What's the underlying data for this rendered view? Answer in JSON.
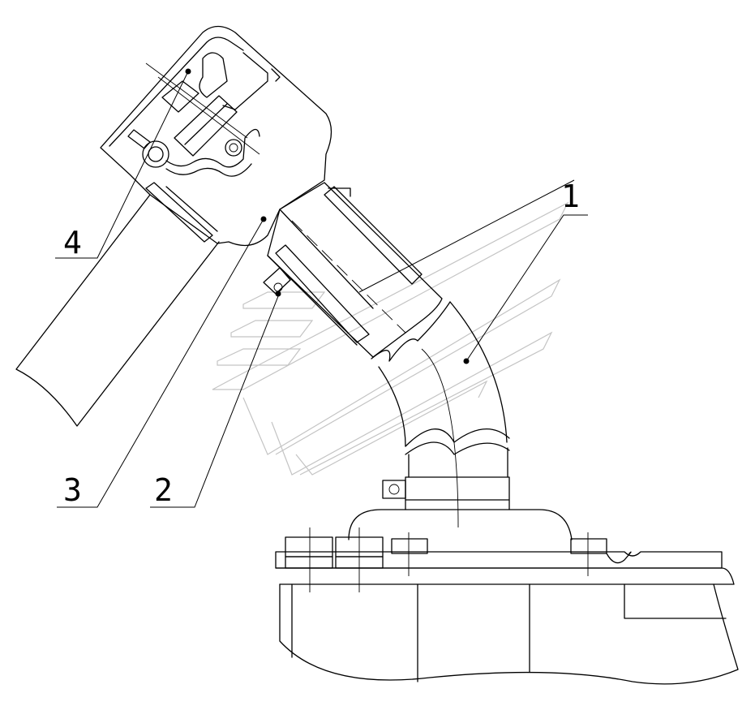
{
  "diagram": {
    "callouts": [
      {
        "id": "1",
        "label": "1"
      },
      {
        "id": "2",
        "label": "2"
      },
      {
        "id": "3",
        "label": "3"
      },
      {
        "id": "4",
        "label": "4"
      }
    ],
    "colors": {
      "line": "#000000",
      "watermark": "#c4c4c4",
      "background": "#ffffff"
    }
  }
}
